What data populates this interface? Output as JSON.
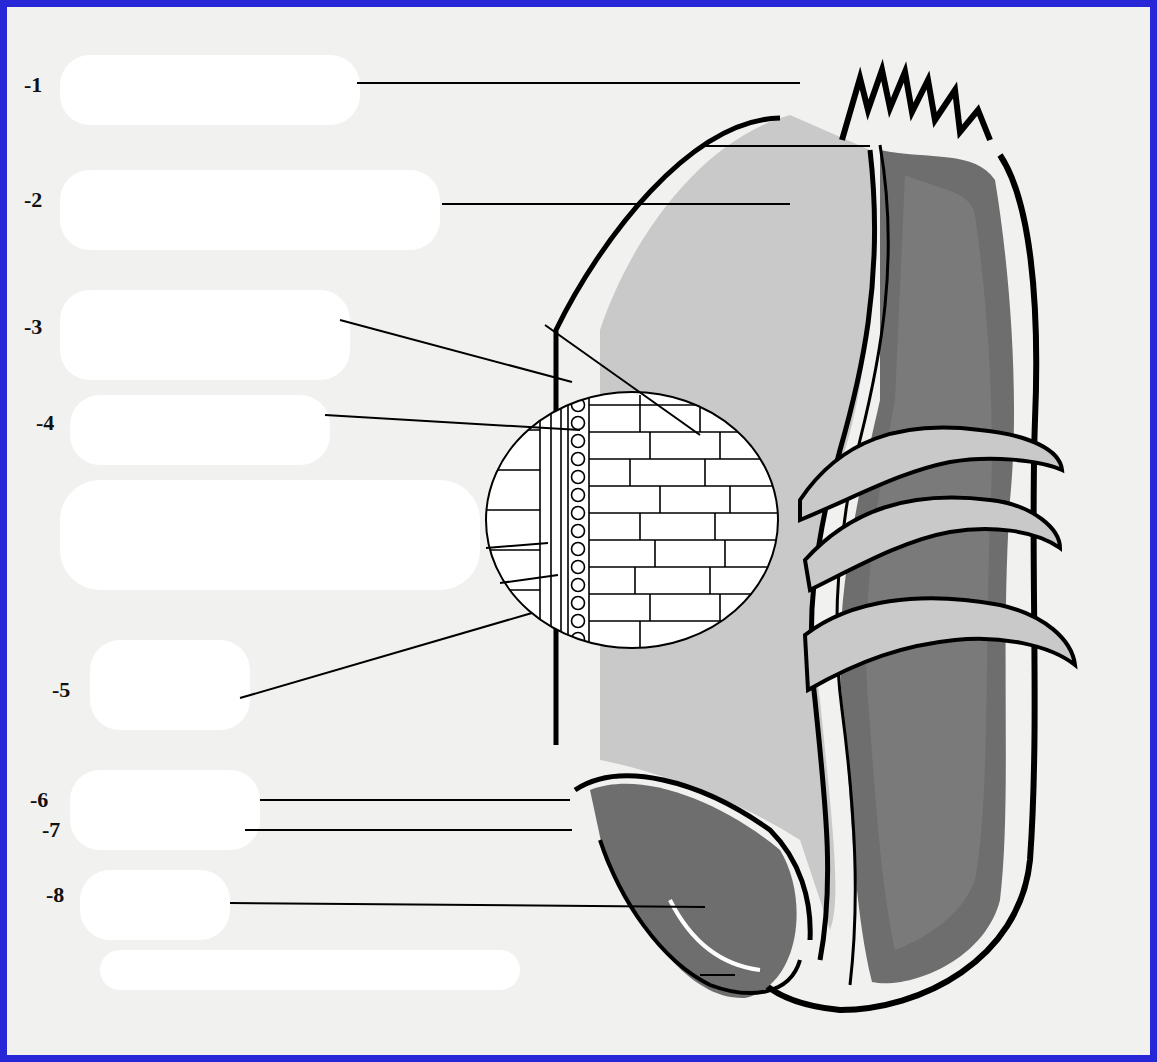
{
  "diagram": {
    "labels": [
      "-1",
      "-2",
      "-3",
      "-4",
      "-5",
      "-6",
      "-7",
      "-8"
    ]
  }
}
